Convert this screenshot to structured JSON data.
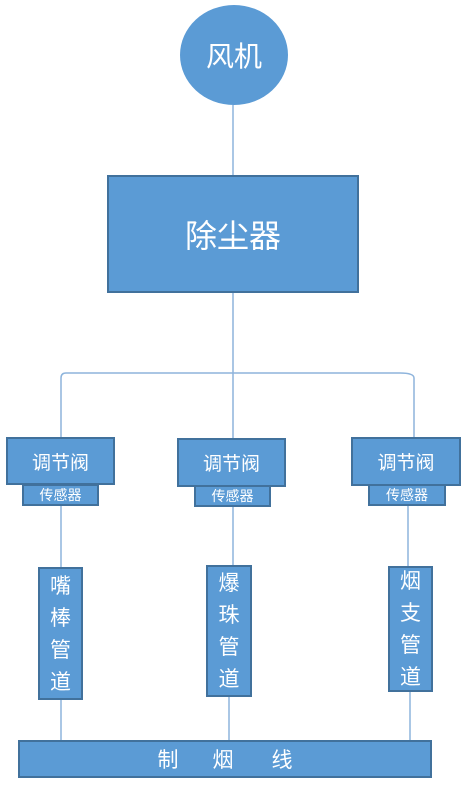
{
  "diagram": {
    "fan_label": "风机",
    "dust_collector_label": "除尘器",
    "branches": [
      {
        "valve_label": "调节阀",
        "sensor_label": "传感器",
        "pipe_chars": [
          "嘴",
          "棒",
          "管",
          "道"
        ]
      },
      {
        "valve_label": "调节阀",
        "sensor_label": "传感器",
        "pipe_chars": [
          "爆",
          "珠",
          "管",
          "道"
        ]
      },
      {
        "valve_label": "调节阀",
        "sensor_label": "传感器",
        "pipe_chars": [
          "烟",
          "支",
          "管",
          "道"
        ]
      }
    ],
    "production_line_chars": [
      "制",
      "烟",
      "线"
    ]
  },
  "colors": {
    "node_fill": "#5b9bd5",
    "node_border": "#41719c",
    "connector": "#8eb4dc",
    "text": "#ffffff"
  }
}
